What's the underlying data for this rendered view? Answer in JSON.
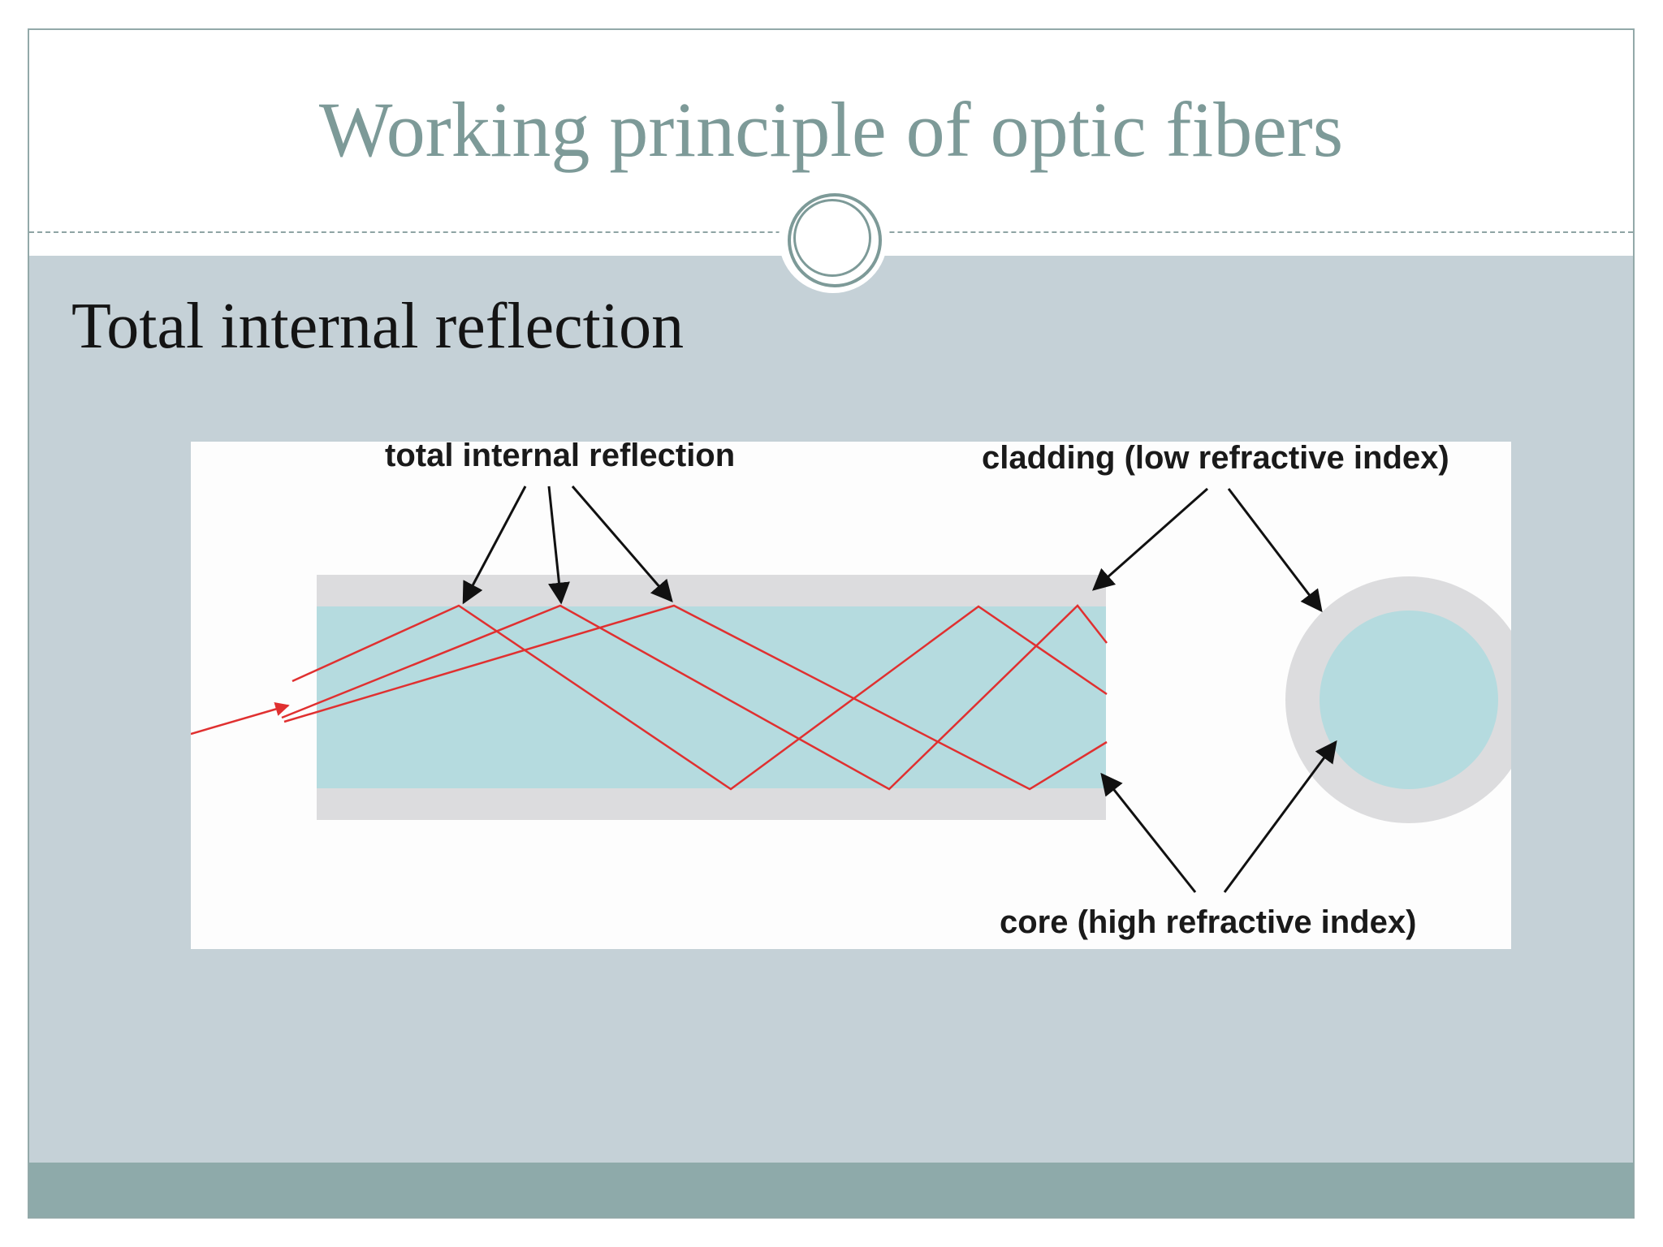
{
  "slide": {
    "title": "Working principle of optic fibers",
    "subtitle": "Total internal reflection"
  },
  "diagram": {
    "labels": {
      "tir": "total internal reflection",
      "cladding": "cladding (low refractive index)",
      "core": "core (high refractive index)"
    },
    "colors": {
      "cladding": "#dcdcde",
      "core": "#b5dbdf",
      "ray": "#e03030",
      "arrow": "#111111"
    }
  }
}
